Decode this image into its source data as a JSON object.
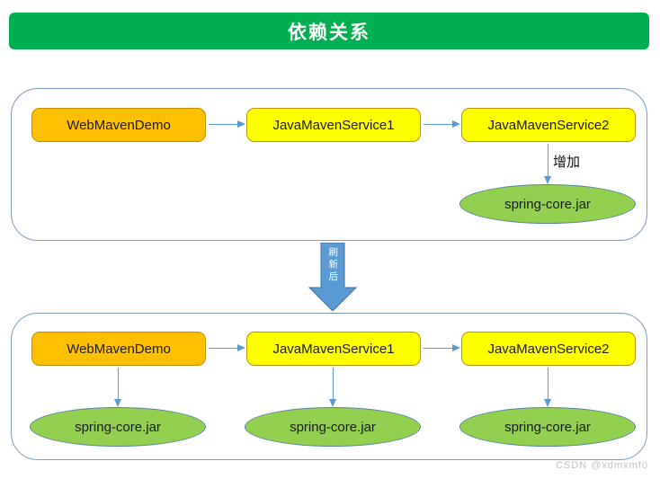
{
  "header": {
    "title": "依赖关系"
  },
  "colors": {
    "header_green": "#00B050",
    "panel_border": "#7C9CC6",
    "node_orange_fill": "#FFC000",
    "node_yellow_fill": "#FFFF00",
    "node_border": "#BF9000",
    "jar_green_fill": "#92D050",
    "jar_border": "#5884A3",
    "arrow_blue": "#5B9BD5"
  },
  "panel_before": {
    "nodes": [
      {
        "label": "WebMavenDemo"
      },
      {
        "label": "JavaMavenService1"
      },
      {
        "label": "JavaMavenService2"
      }
    ],
    "add_edge_label": "增加",
    "jar": {
      "label": "spring-core.jar"
    }
  },
  "transition": {
    "label": "刷新后"
  },
  "panel_after": {
    "nodes": [
      {
        "label": "WebMavenDemo"
      },
      {
        "label": "JavaMavenService1"
      },
      {
        "label": "JavaMavenService2"
      }
    ],
    "jars": [
      {
        "label": "spring-core.jar"
      },
      {
        "label": "spring-core.jar"
      },
      {
        "label": "spring-core.jar"
      }
    ]
  },
  "watermark": "CSDN @xdmxmf0"
}
